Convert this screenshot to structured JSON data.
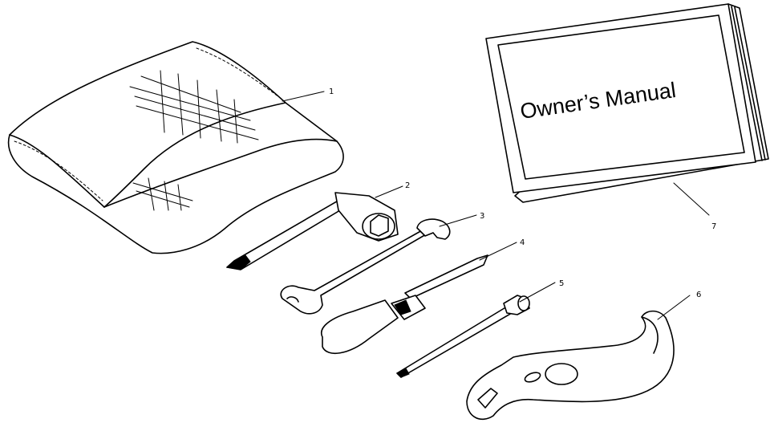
{
  "manual": {
    "title": "Owner’s Manual"
  },
  "callouts": [
    {
      "number": "1",
      "part": "tool-pouch"
    },
    {
      "number": "2",
      "part": "spark-plug-socket-wrench"
    },
    {
      "number": "3",
      "part": "open-end-wrench"
    },
    {
      "number": "4",
      "part": "screwdriver"
    },
    {
      "number": "5",
      "part": "handle-bar"
    },
    {
      "number": "6",
      "part": "spanner-wrench"
    },
    {
      "number": "7",
      "part": "owners-manual"
    }
  ]
}
